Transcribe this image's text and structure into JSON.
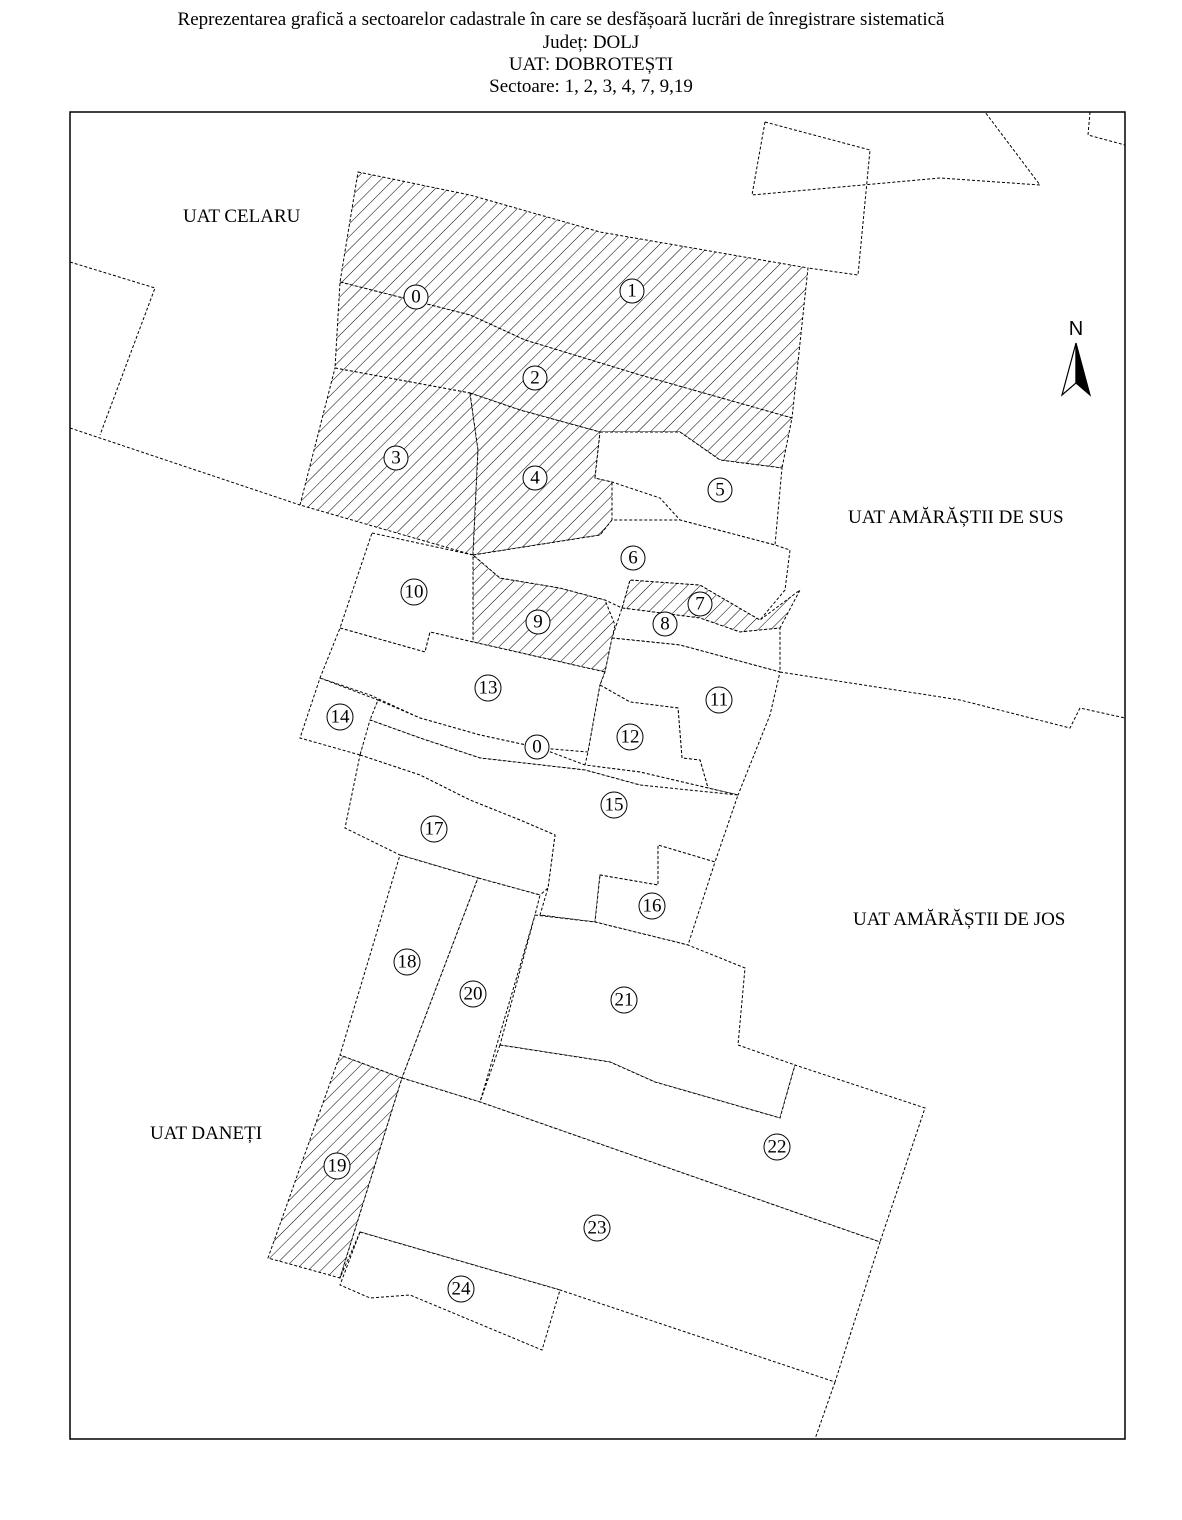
{
  "header": {
    "title": "Reprezentarea grafică a sectoarelor cadastrale în care se desfășoară lucrări de înregistrare sistematică",
    "county": "Județ: DOLJ",
    "uat": "UAT: DOBROTEȘTI",
    "sectors": "Sectoare: 1, 2, 3, 4, 7, 9,19"
  },
  "neighbors": {
    "celaru": "UAT CELARU",
    "amarastii_sus": "UAT AMĂRĂȘTII DE SUS",
    "amarastii_jos": "UAT AMĂRĂȘTII DE JOS",
    "daneti": "UAT DANEȚI"
  },
  "compass": {
    "label": "N",
    "icon": "north-arrow-icon"
  },
  "sector_labels": {
    "s0a": "0",
    "s0b": "0",
    "s1": "1",
    "s2": "2",
    "s3": "3",
    "s4": "4",
    "s5": "5",
    "s6": "6",
    "s7": "7",
    "s8": "8",
    "s9": "9",
    "s10": "10",
    "s11": "11",
    "s12": "12",
    "s13": "13",
    "s14": "14",
    "s15": "15",
    "s16": "16",
    "s17": "17",
    "s18": "18",
    "s19": "19",
    "s20": "20",
    "s21": "21",
    "s22": "22",
    "s23": "23",
    "s24": "24"
  },
  "highlighted_sectors": [
    "1",
    "2",
    "3",
    "4",
    "7",
    "9",
    "19"
  ],
  "colors": {
    "ink": "#000000",
    "paper": "#ffffff"
  }
}
